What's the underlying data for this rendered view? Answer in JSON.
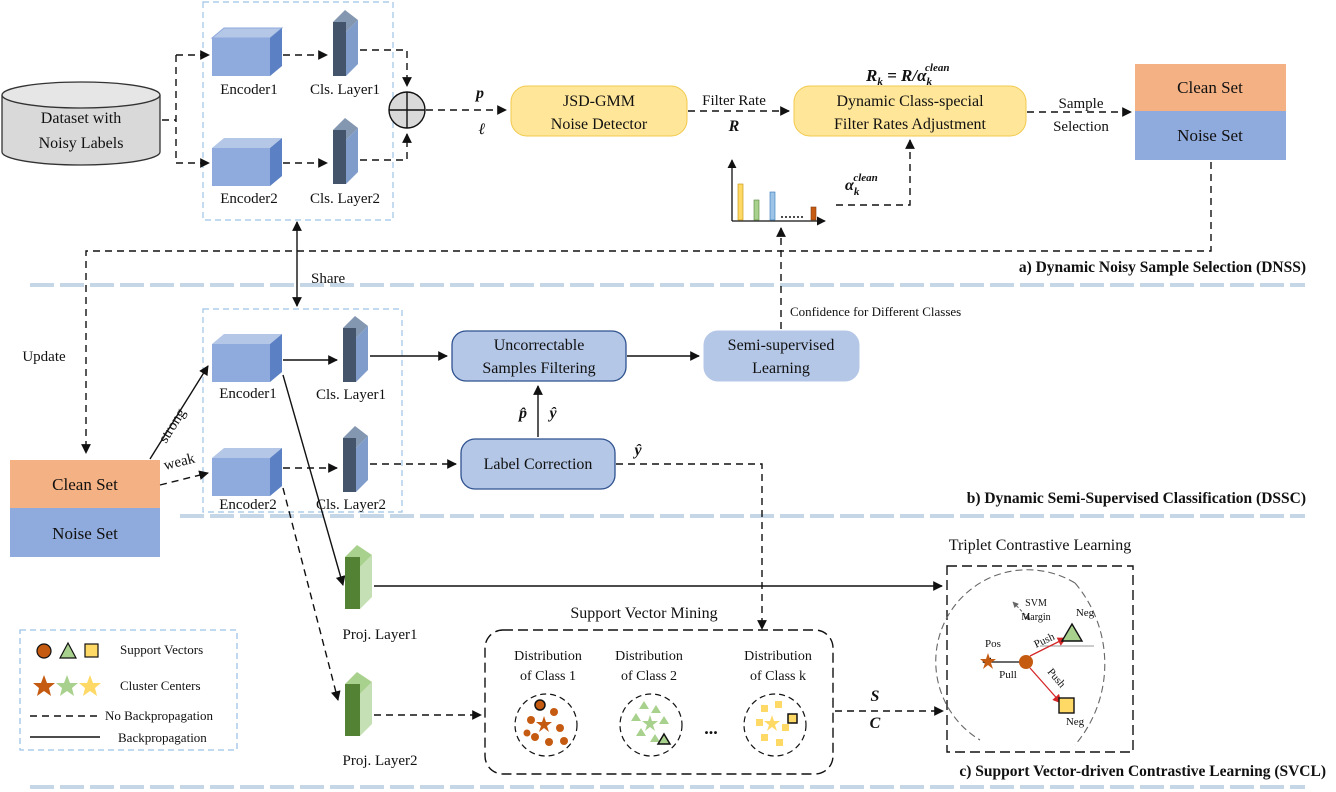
{
  "colors": {
    "yellow": "#FFE699",
    "blue": "#B4C7E7",
    "clean": "#F4B183",
    "noise": "#8FAADC",
    "encoder": "#8FAADC",
    "cls": "#44546A",
    "proj": "#70AD47",
    "divider": "#C5D6E6",
    "legend_border": "#9DC3E6",
    "cylinder": "#D9D9D9"
  },
  "dnss": {
    "dataset": [
      "Dataset with",
      "Noisy Labels"
    ],
    "encoder1": "Encoder1",
    "cls1": "Cls. Layer1",
    "encoder2": "Encoder2",
    "cls2": "Cls. Layer2",
    "p": "p",
    "l": "ℓ",
    "detector": [
      "JSD-GMM",
      "Noise Detector"
    ],
    "filter_rate": "Filter Rate",
    "R": "R",
    "rk_formula_left": "R",
    "rk_formula_sub": "k",
    "rk_formula_right": " = R/α",
    "rk_formula_sub2": "k",
    "rk_formula_sup": "clean",
    "adjust": [
      "Dynamic Class-special",
      "Filter Rates Adjustment"
    ],
    "sample_selection": [
      "Sample",
      "Selection"
    ],
    "clean_set": "Clean Set",
    "noise_set": "Noise Set",
    "alpha": "α",
    "alpha_sub": "k",
    "alpha_sup": "clean",
    "title": "a)  Dynamic Noisy Sample Selection (DNSS)"
  },
  "share": "Share",
  "update": "Update",
  "dssc": {
    "encoder1": "Encoder1",
    "cls1": "Cls. Layer1",
    "encoder2": "Encoder2",
    "cls2": "Cls. Layer2",
    "strong": "strong",
    "weak": "weak",
    "filtering": [
      "Uncorrectable",
      "Samples Filtering"
    ],
    "ssl": [
      "Semi-supervised",
      "Learning"
    ],
    "confidence": "Confidence for Different Classes",
    "label_correction": "Label Correction",
    "p_hat": "p̂",
    "y_hat": "ŷ",
    "clean_set": "Clean Set",
    "noise_set": "Noise Set",
    "title": "b) Dynamic Semi-Supervised Classification (DSSC)"
  },
  "svcl": {
    "proj1": "Proj. Layer1",
    "proj2": "Proj. Layer2",
    "svm_title": "Support Vector Mining",
    "dist1": [
      "Distribution",
      "of Class 1"
    ],
    "dist2": [
      "Distribution",
      "of Class 2"
    ],
    "distk": [
      "Distribution",
      "of Class k"
    ],
    "ellipsis": "...",
    "S": "S",
    "C": "C",
    "triplet_title": "Triplet Contrastive Learning",
    "svm_margin": [
      "SVM",
      "Margin"
    ],
    "neg": "Neg",
    "pos": "Pos",
    "pull": "Pull",
    "push": "Push",
    "title": "c) Support Vector-driven Contrastive Learning (SVCL)"
  },
  "legend": {
    "support_vectors": "Support Vectors",
    "cluster_centers": "Cluster Centers",
    "no_backprop": "No Backpropagation",
    "backprop": "Backpropagation"
  }
}
